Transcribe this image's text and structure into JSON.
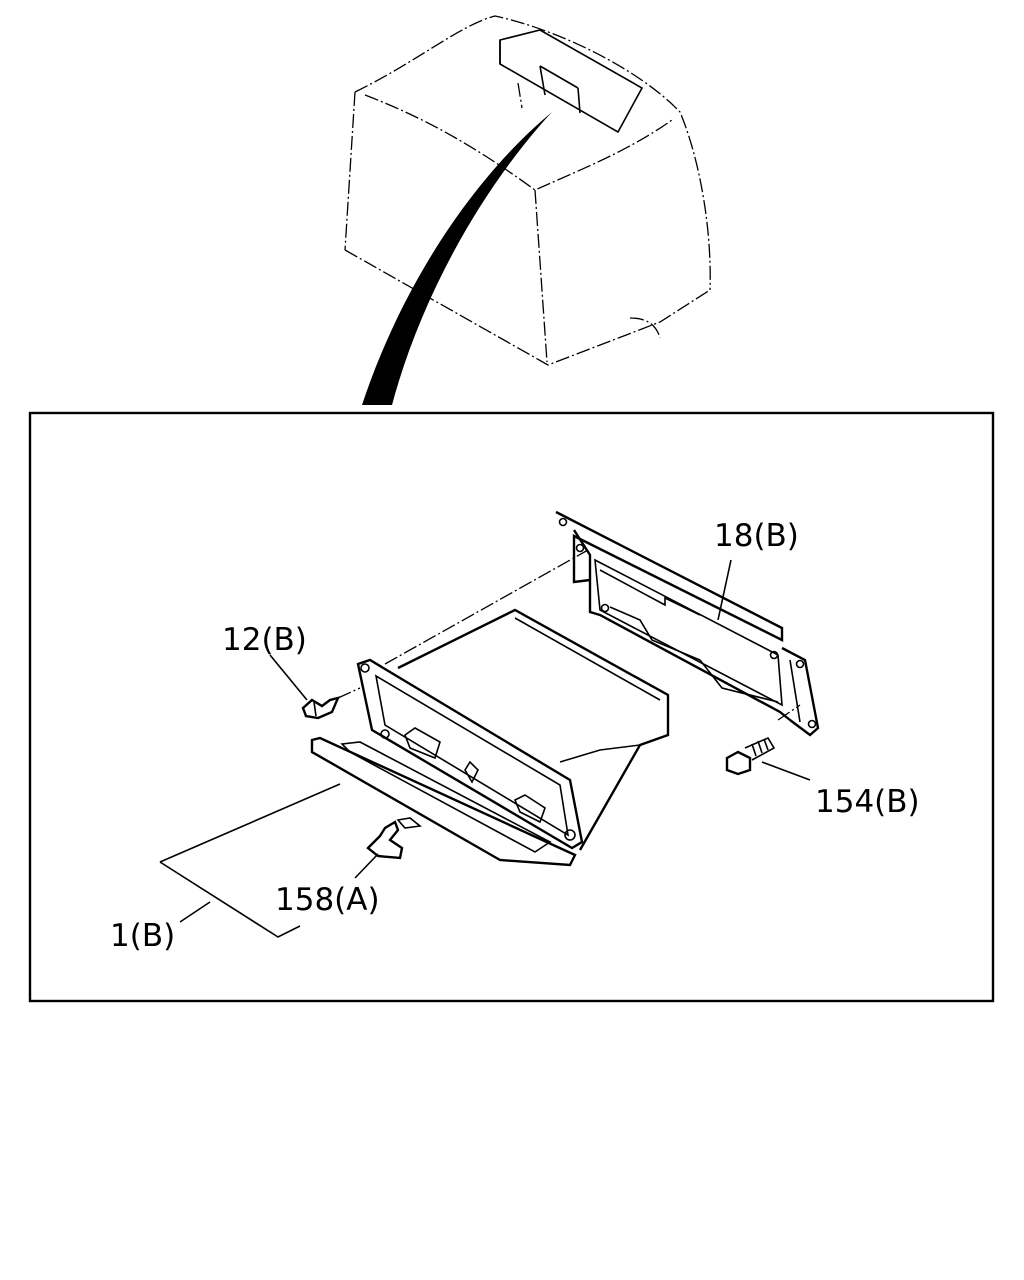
{
  "labels": {
    "part_18": "18(B)",
    "part_12": "12(B)",
    "part_154": "154(B)",
    "part_158": "158(A)",
    "part_1": "1(B)"
  },
  "colors": {
    "ink": "#000000",
    "paper": "#ffffff"
  }
}
